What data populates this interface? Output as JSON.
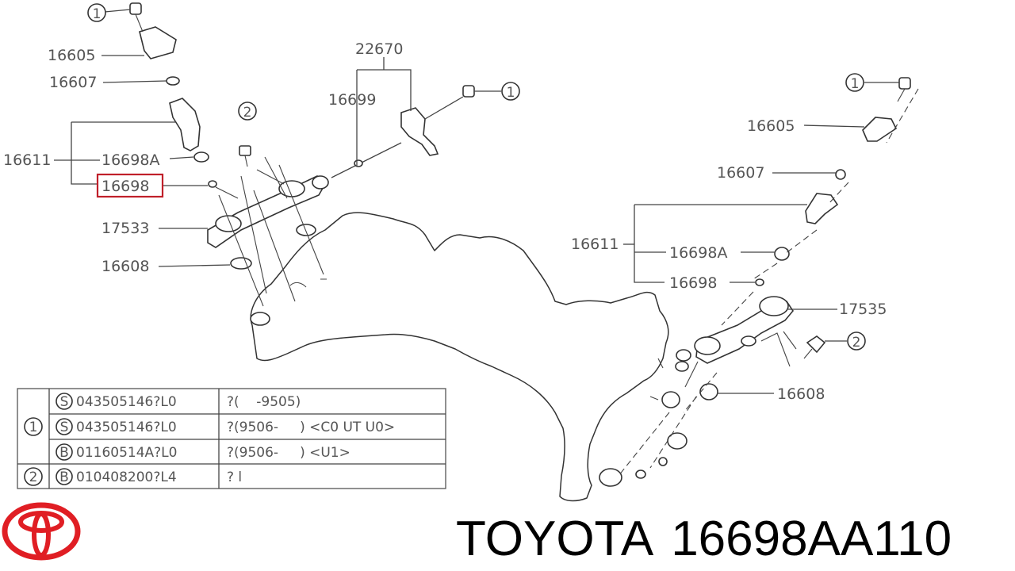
{
  "callouts": {
    "ref1_top": "1",
    "ref1_mid": "1",
    "ref1_right": "1",
    "ref2_left": "2",
    "ref2_right": "2"
  },
  "left_labels": {
    "p16605": "16605",
    "p16607": "16607",
    "p16611": "16611",
    "p16698A": "16698A",
    "p16698": "16698",
    "p17533": "17533",
    "p16608": "16608"
  },
  "top_labels": {
    "p22670": "22670",
    "p16699": "16699"
  },
  "right_labels": {
    "p16605": "16605",
    "p16607": "16607",
    "p16611": "16611",
    "p16698A": "16698A",
    "p16698": "16698",
    "p17535": "17535",
    "p16608": "16608"
  },
  "highlighted_part": "16698",
  "parts_table": {
    "rows": [
      {
        "ref": "1",
        "code": "S",
        "part": "043505146?L0",
        "note": "?(    -9505)"
      },
      {
        "ref": "",
        "code": "S",
        "part": "043505146?L0",
        "note": "?(9506-     ) <C0 UT U0>"
      },
      {
        "ref": "",
        "code": "B",
        "part": "01160514A?L0",
        "note": "?(9506-     ) <U1>"
      },
      {
        "ref": "2",
        "code": "B",
        "part": "010408200?L4",
        "note": "? l"
      }
    ]
  },
  "footer": {
    "brand": "TOYOTA",
    "part_number": "16698AA110"
  },
  "colors": {
    "highlight": "#c0202a",
    "logo": "#e01e24"
  }
}
